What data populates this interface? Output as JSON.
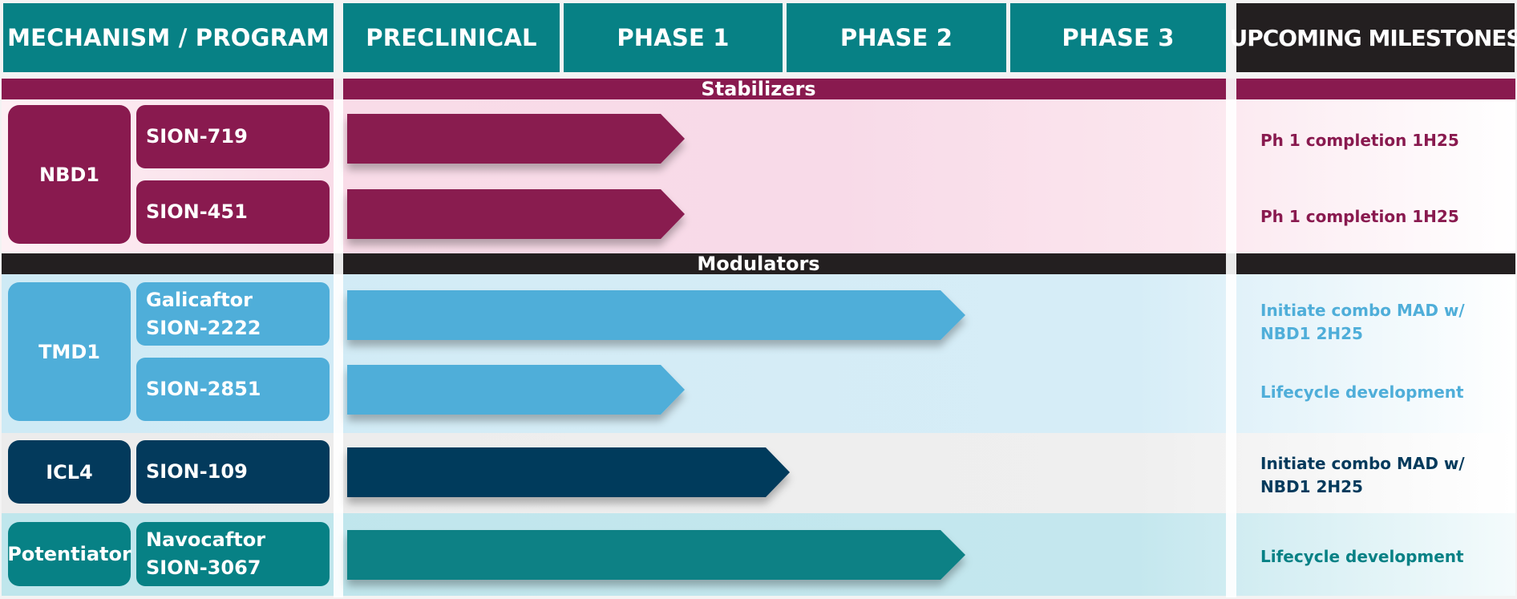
{
  "colors": {
    "teal": "#078185",
    "magenta": "#891a4f",
    "lightblue": "#4faed9",
    "navy": "#033a5c",
    "black": "#231f20"
  },
  "headers": {
    "mechanism": "MECHANISM / PROGRAM",
    "preclinical": "PRECLINICAL",
    "phase1": "PHASE 1",
    "phase2": "PHASE 2",
    "phase3": "PHASE 3",
    "milestones": "UPCOMING MILESTONES"
  },
  "sections": {
    "stabilizers": "Stabilizers",
    "modulators": "Modulators"
  },
  "mechanisms": {
    "nbd1": "NBD1",
    "tmd1": "TMD1",
    "icl4": "ICL4",
    "potentiator": "Potentiator"
  },
  "programs": [
    {
      "line1": "SION-719",
      "line2": "",
      "stage": "Phase 1",
      "milestone1": "Ph 1 completion 1H25",
      "milestone2": ""
    },
    {
      "line1": "SION-451",
      "line2": "",
      "stage": "Phase 1",
      "milestone1": "Ph 1 completion 1H25",
      "milestone2": ""
    },
    {
      "line1": "Galicaftor",
      "line2": "SION-2222",
      "stage": "Phase 2",
      "milestone1": "Initiate combo MAD w/",
      "milestone2": "NBD1 2H25"
    },
    {
      "line1": "SION-2851",
      "line2": "",
      "stage": "Phase 1",
      "milestone1": "Lifecycle development",
      "milestone2": ""
    },
    {
      "line1": "SION-109",
      "line2": "",
      "stage": "Phase 1",
      "milestone1": "Initiate combo MAD w/",
      "milestone2": "NBD1 2H25"
    },
    {
      "line1": "Navocaftor",
      "line2": "SION-3067",
      "stage": "Phase 2",
      "milestone1": "Lifecycle development",
      "milestone2": ""
    }
  ]
}
